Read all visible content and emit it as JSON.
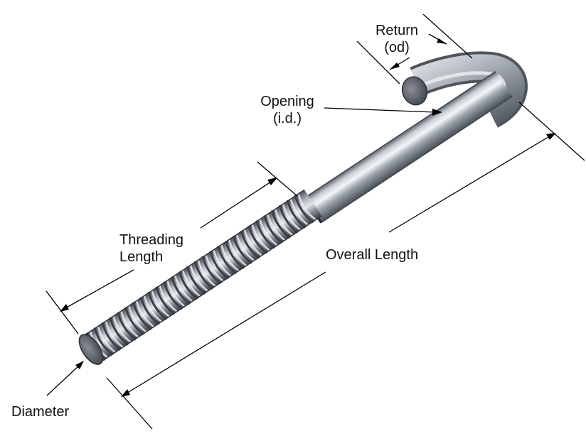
{
  "labels": {
    "return_line1": "Return",
    "return_line2": "(od)",
    "opening_line1": "Opening",
    "opening_line2": "(i.d.)",
    "threading_line1": "Threading",
    "threading_line2": "Length",
    "overall_length": "Overall Length",
    "diameter": "Diameter"
  }
}
